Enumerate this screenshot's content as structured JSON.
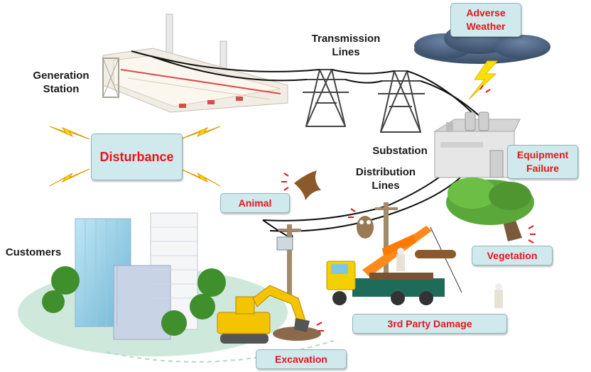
{
  "labels": {
    "generation_station": [
      "Generation",
      "Station"
    ],
    "transmission_lines": [
      "Transmission",
      "Lines"
    ],
    "substation": "Substation",
    "distribution_lines": [
      "Distribution",
      "Lines"
    ],
    "customers": "Customers"
  },
  "boxes": {
    "disturbance": "Disturbance",
    "adverse_weather": [
      "Adverse",
      "Weather"
    ],
    "equipment_failure": [
      "Equipment",
      "Failure"
    ],
    "animal": "Animal",
    "vegetation": "Vegetation",
    "third_party_damage": "3rd Party Damage",
    "excavation": "Excavation"
  },
  "colors": {
    "box_fill": "#cfe9ec",
    "box_text": "#e8141b",
    "label_text": "#1a1a1a",
    "lightning": "#ffe000",
    "ground": "#cfe8dc",
    "truck": "#ff8a1c",
    "excavator": "#f5c400"
  }
}
